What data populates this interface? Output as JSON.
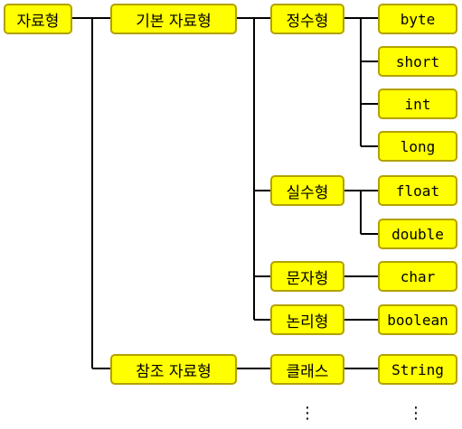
{
  "root": "자료형",
  "categories": {
    "primitive": "기본 자료형",
    "reference": "참조 자료형"
  },
  "groups": {
    "integer": "정수형",
    "real": "실수형",
    "character": "문자형",
    "logical": "논리형",
    "class": "클래스"
  },
  "types": {
    "byte": "byte",
    "short": "short",
    "int": "int",
    "long": "long",
    "float": "float",
    "double": "double",
    "char": "char",
    "boolean": "boolean",
    "string": "String"
  },
  "continuation": "⋮",
  "colors": {
    "node_fill": "#ffff00",
    "node_border": "#b3a100",
    "line": "#000000"
  }
}
